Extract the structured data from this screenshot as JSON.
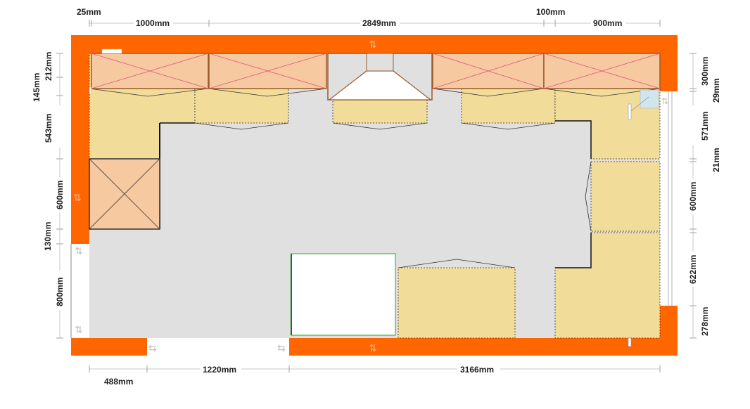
{
  "colors": {
    "wall": "#ff6600",
    "floor": "#e0e0e0",
    "base_cabinet": "#f2dc9a",
    "wall_cabinet": "#f6c9a0",
    "cabinet_cross": "#e8557a",
    "cabinet_edge": "#9a5a2a",
    "appliance_outline": "#22aa22",
    "dimension_text": "#222222"
  },
  "dimensions": {
    "top": {
      "d25": "25mm",
      "d1000": "1000mm",
      "d2849": "2849mm",
      "d100": "100mm",
      "d900": "900mm"
    },
    "bottom": {
      "d488": "488mm",
      "d1220": "1220mm",
      "d3166": "3166mm"
    },
    "left": {
      "d145": "145mm",
      "d212": "212mm",
      "d543": "543mm",
      "d600": "600mm",
      "d130": "130mm",
      "d800": "800mm"
    },
    "right": {
      "d300": "300mm",
      "d29": "29mm",
      "d571": "571mm",
      "d21": "21mm",
      "d600": "600mm",
      "d622": "622mm",
      "d278": "278mm"
    }
  }
}
